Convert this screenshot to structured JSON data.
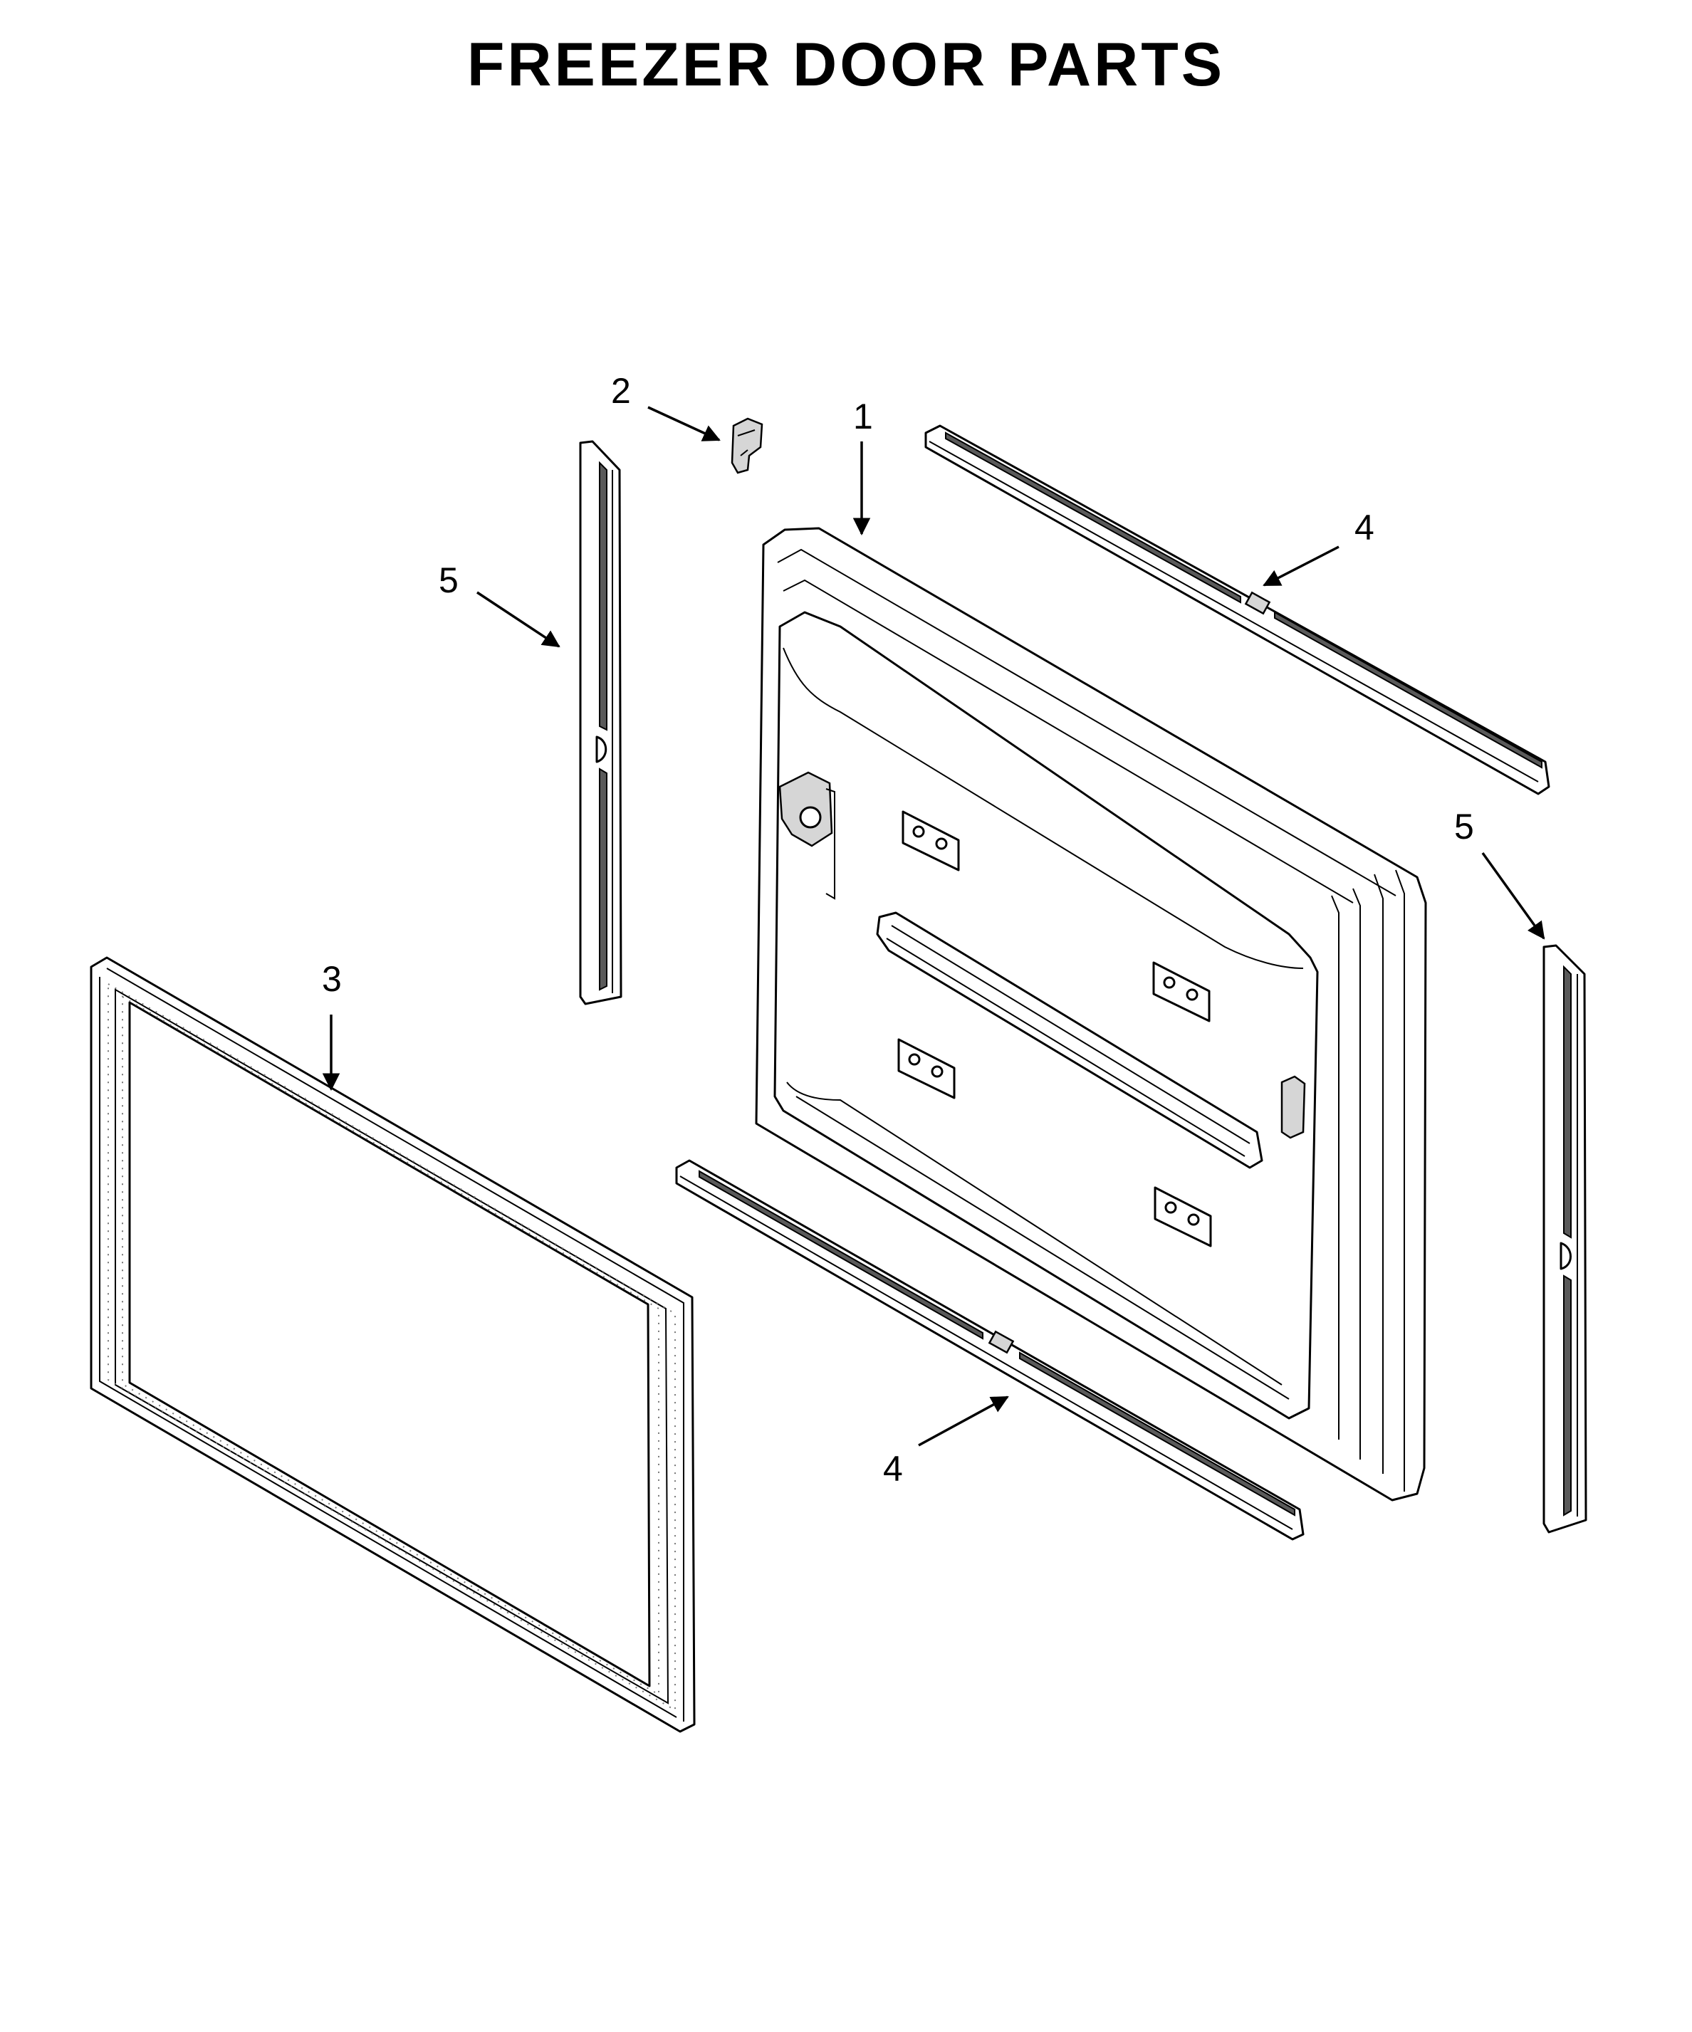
{
  "title": "FREEZER DOOR PARTS",
  "callouts": {
    "door": "1",
    "clip": "2",
    "gasket": "3",
    "trim_top": "4",
    "trim_bottom": "4",
    "trim_left": "5",
    "trim_right": "5"
  }
}
